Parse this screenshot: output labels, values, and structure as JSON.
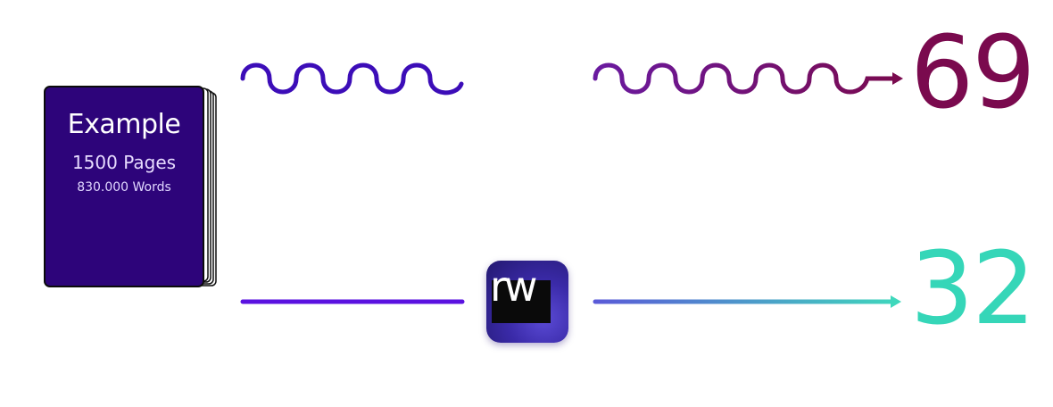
{
  "book": {
    "title": "Example",
    "pages": "1500 Pages",
    "words": "830.000 Words",
    "cover_color": "#2d047a"
  },
  "results": {
    "top": {
      "value": "69",
      "color": "#7a0a4e"
    },
    "bottom": {
      "value": "32",
      "color": "#35d6b8"
    }
  },
  "logo": {
    "text": "rw",
    "icon": "rw-logo-icon"
  },
  "colors": {
    "wave_start": "#3c0db8",
    "wave_end": "#7a0a4e",
    "line_start": "#5a12e0",
    "gradient_start": "#5a5ad8",
    "gradient_end": "#3fd8bc"
  }
}
